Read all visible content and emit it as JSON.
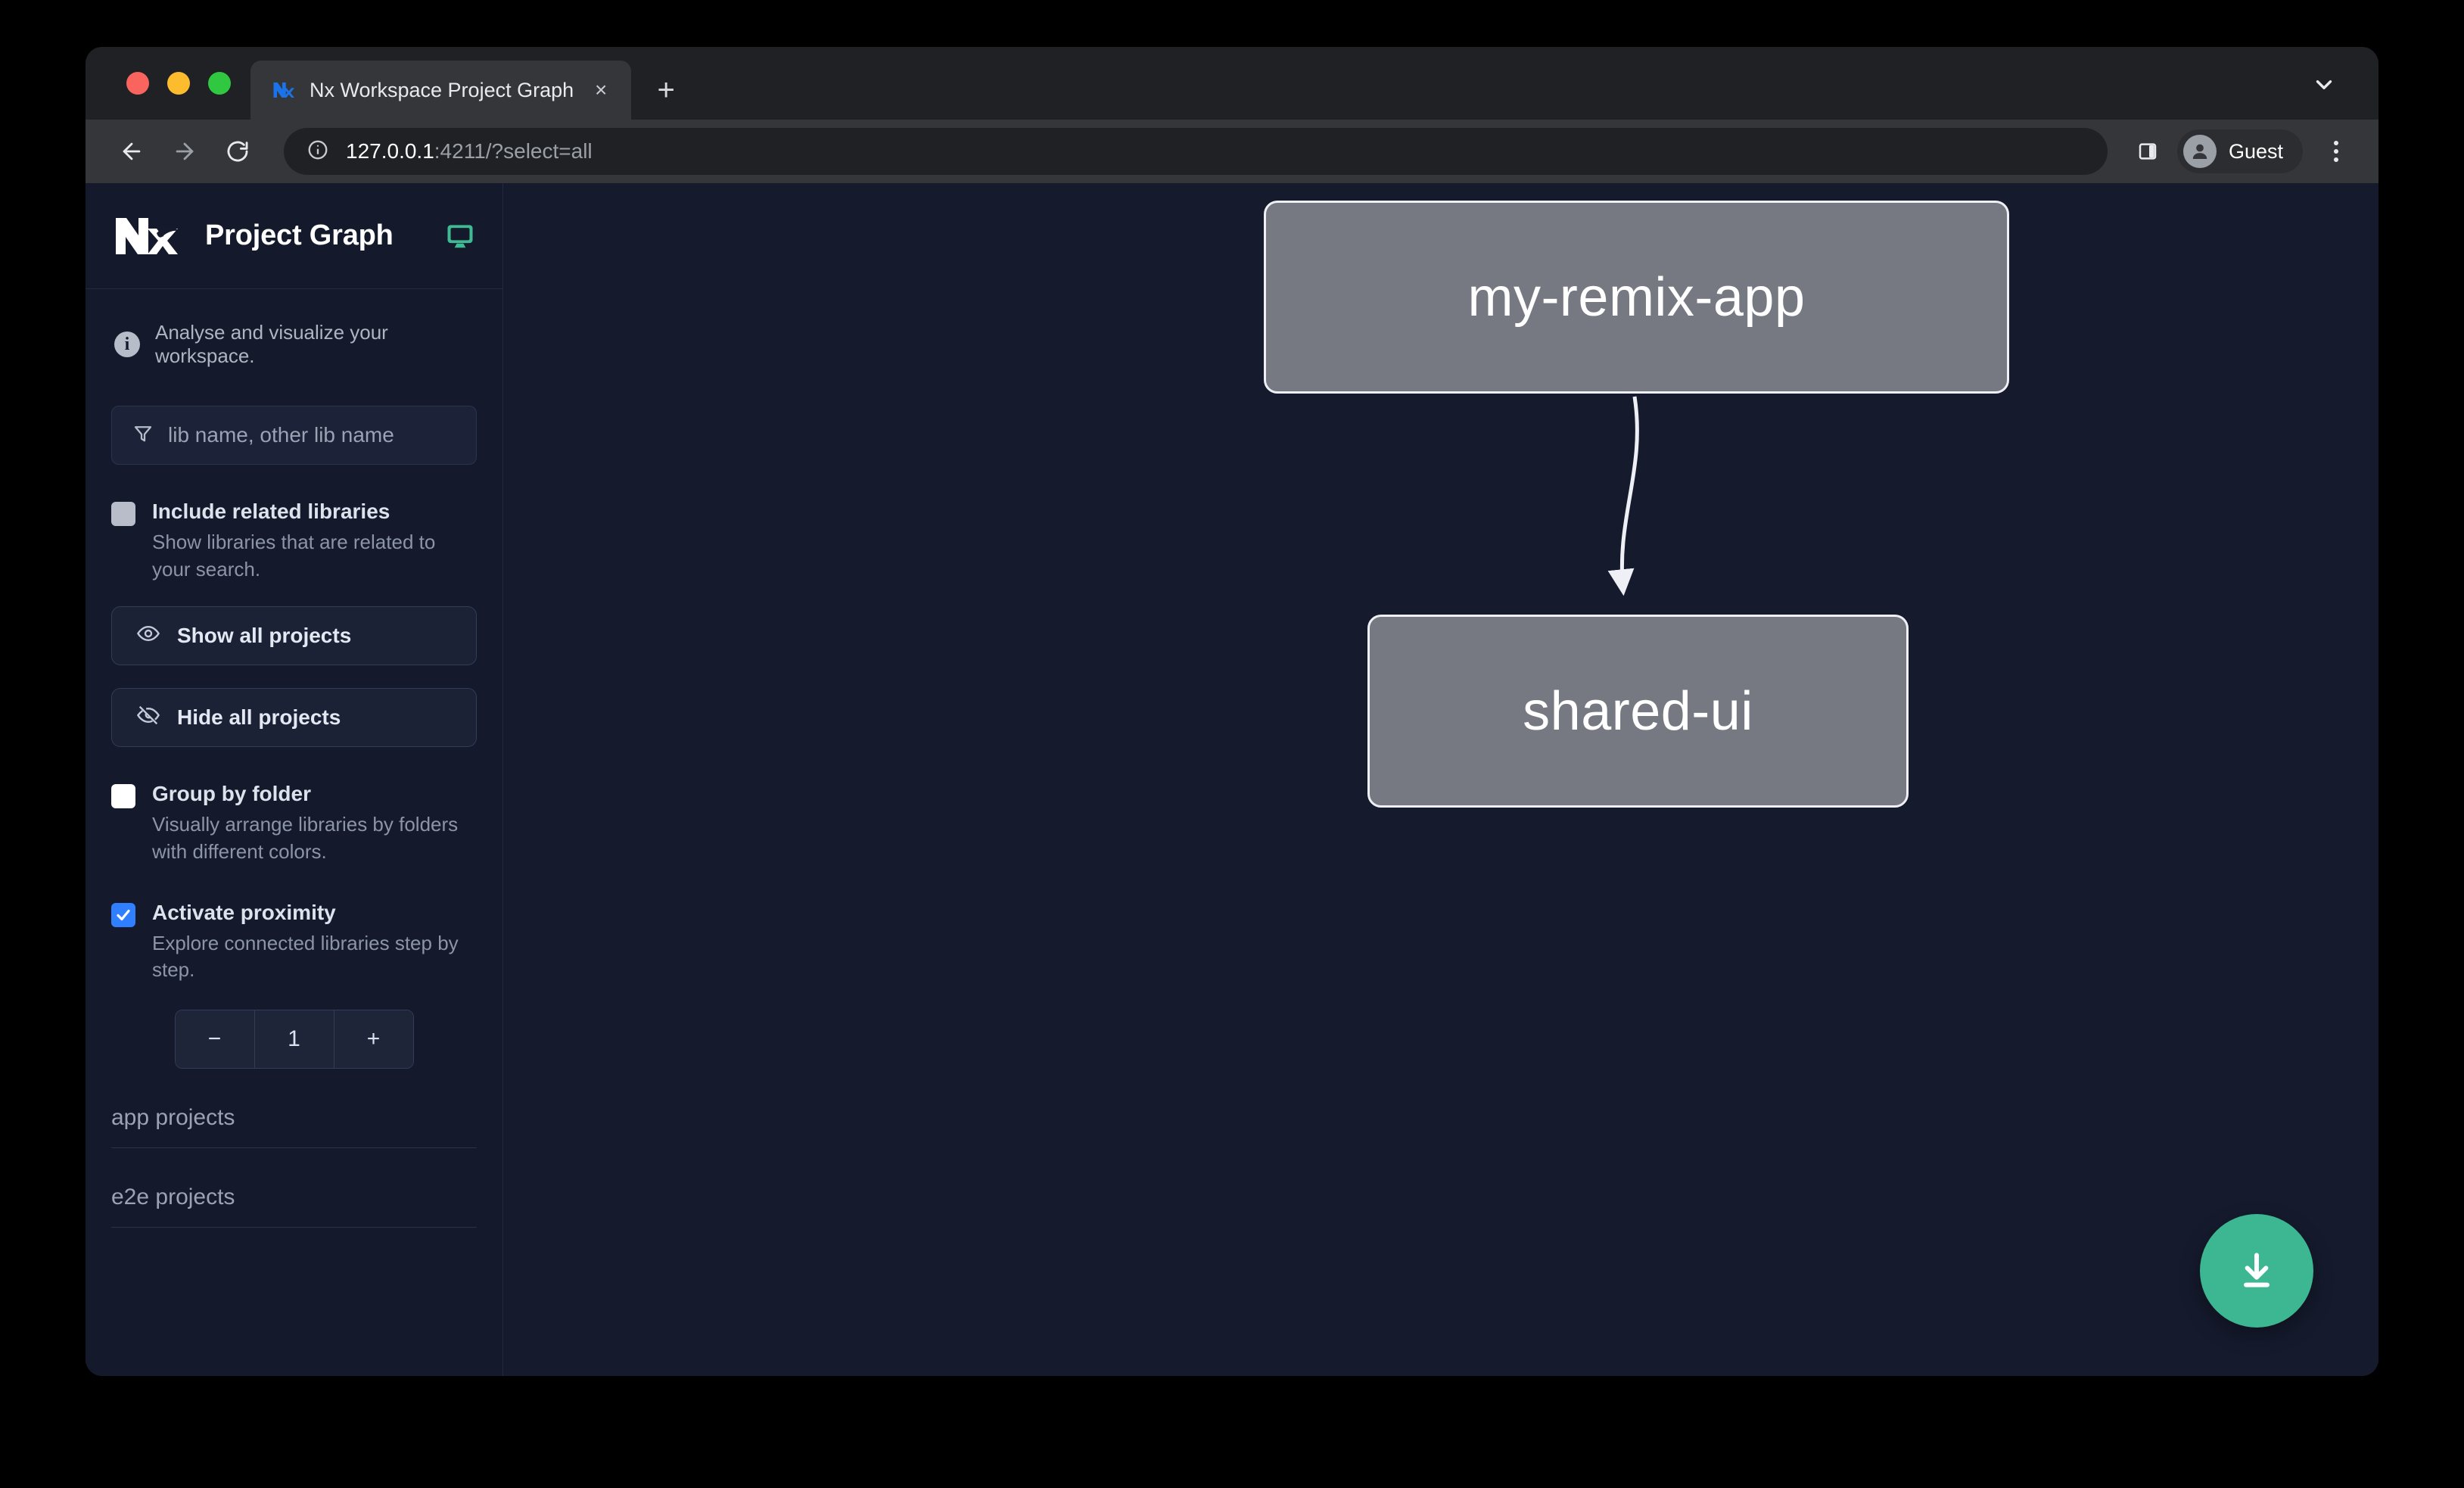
{
  "browser": {
    "tab": {
      "title": "Nx Workspace Project Graph",
      "favicon": "nx-favicon",
      "close": "×"
    },
    "new_tab": "+",
    "url": {
      "host": "127.0.0.1",
      "rest": ":4211/?select=all"
    },
    "profile": "Guest"
  },
  "sidebar": {
    "app_title": "Project Graph",
    "info_text": "Analyse and visualize your workspace.",
    "info_badge": "i",
    "filter_placeholder": "lib name, other lib name",
    "options": [
      {
        "title": "Include related libraries",
        "desc": "Show libraries that are related to your search.",
        "state": "disabled"
      },
      {
        "title": "Group by folder",
        "desc": "Visually arrange libraries by folders with different colors.",
        "state": "empty"
      },
      {
        "title": "Activate proximity",
        "desc": "Explore connected libraries step by step.",
        "state": "checked"
      }
    ],
    "buttons": [
      {
        "label": "Show all projects",
        "icon": "eye-icon"
      },
      {
        "label": "Hide all projects",
        "icon": "eye-off-icon"
      }
    ],
    "stepper": {
      "minus": "−",
      "value": "1",
      "plus": "+"
    },
    "sections": [
      {
        "label": "app projects"
      },
      {
        "label": "e2e projects"
      }
    ]
  },
  "graph": {
    "nodes": [
      {
        "id": "my-remix-app",
        "label": "my-remix-app"
      },
      {
        "id": "shared-ui",
        "label": "shared-ui"
      }
    ],
    "edges": [
      {
        "from": "my-remix-app",
        "to": "shared-ui"
      }
    ],
    "download_button": "download-icon"
  },
  "colors": {
    "page_bg": "#151a2d",
    "sidebar_bg": "#141a2c",
    "node_fill": "#777982",
    "node_border": "#eef0f5",
    "accent_green": "#3cb792",
    "checkbox_checked": "#2f7fff"
  }
}
